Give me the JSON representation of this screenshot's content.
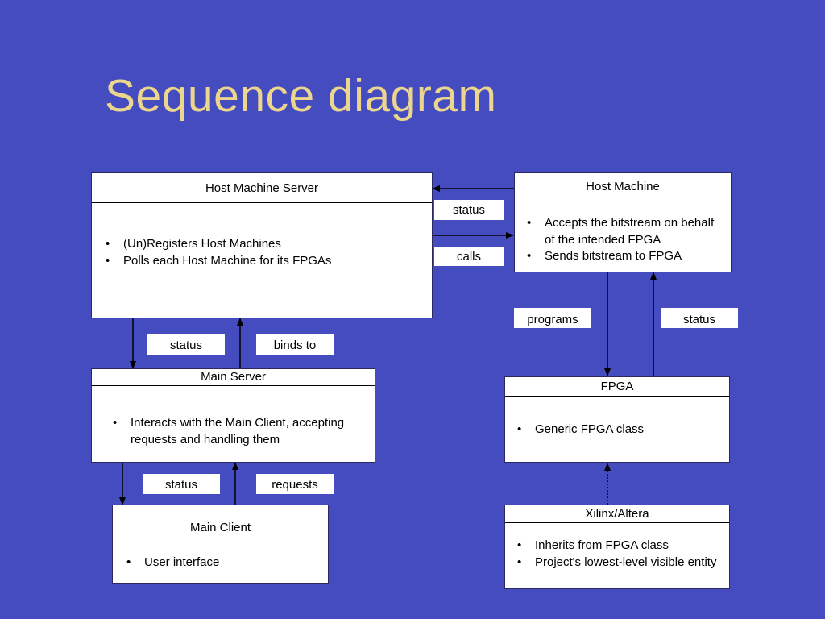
{
  "title": "Sequence diagram",
  "boxes": {
    "host_machine_server": {
      "title": "Host Machine Server",
      "items": [
        "(Un)Registers Host Machines",
        "Polls each Host Machine for its FPGAs"
      ]
    },
    "host_machine": {
      "title": "Host Machine",
      "items": [
        "Accepts the bitstream on behalf of the intended FPGA",
        "Sends bitstream to FPGA"
      ]
    },
    "main_server": {
      "title": "Main Server",
      "items": [
        "Interacts with the Main Client, accepting requests and handling them"
      ]
    },
    "fpga": {
      "title": "FPGA",
      "items": [
        "Generic FPGA class"
      ]
    },
    "main_client": {
      "title": "Main Client",
      "items": [
        "User interface"
      ]
    },
    "xilinx_altera": {
      "title": "Xilinx/Altera",
      "items": [
        "Inherits from FPGA class",
        "Project's lowest-level visible entity"
      ]
    }
  },
  "labels": {
    "hm_to_hms_status": "status",
    "hms_to_hm_calls": "calls",
    "hms_to_ms_status": "status",
    "ms_to_hms_binds": "binds to",
    "hm_to_fpga_programs": "programs",
    "fpga_to_hm_status": "status",
    "ms_to_mc_status": "status",
    "mc_to_ms_requests": "requests"
  }
}
